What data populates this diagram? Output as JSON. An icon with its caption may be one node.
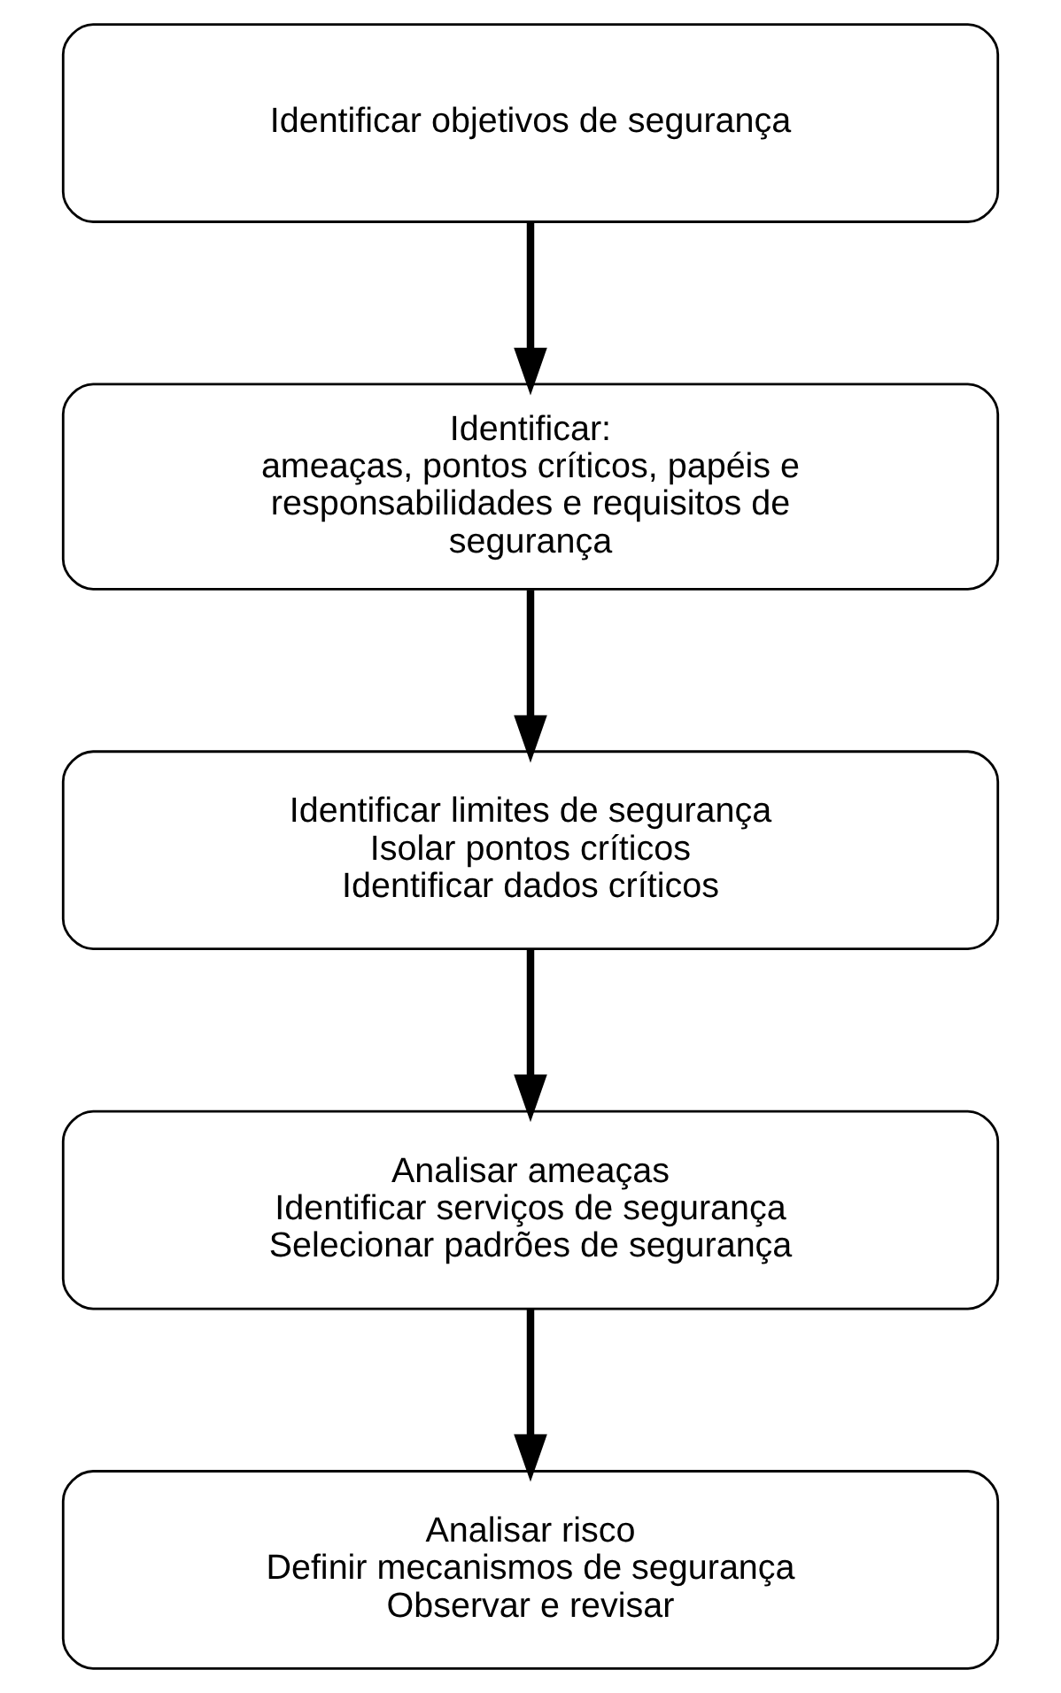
{
  "diagram": {
    "nodes": [
      {
        "text": [
          "Identificar objetivos de segurança"
        ]
      },
      {
        "text": [
          "Identificar:",
          "ameaças, pontos críticos, papéis e responsabilidades e requisitos de segurança"
        ]
      },
      {
        "text": [
          "Identificar limites de segurança",
          "Isolar pontos críticos",
          "Identificar dados críticos"
        ]
      },
      {
        "text": [
          "Analisar ameaças",
          "Identificar serviços de segurança",
          "Selecionar padrões de segurança"
        ]
      },
      {
        "text": [
          "Analisar risco",
          "Definir mecanismos de segurança",
          "Observar e revisar"
        ]
      }
    ],
    "edges": [
      {
        "from": 0,
        "to": 1,
        "arrow": "to"
      },
      {
        "from": 1,
        "to": 2,
        "arrow": "to"
      },
      {
        "from": 2,
        "to": 3,
        "arrow": "to"
      },
      {
        "from": 3,
        "to": 4,
        "arrow": "to"
      }
    ]
  }
}
